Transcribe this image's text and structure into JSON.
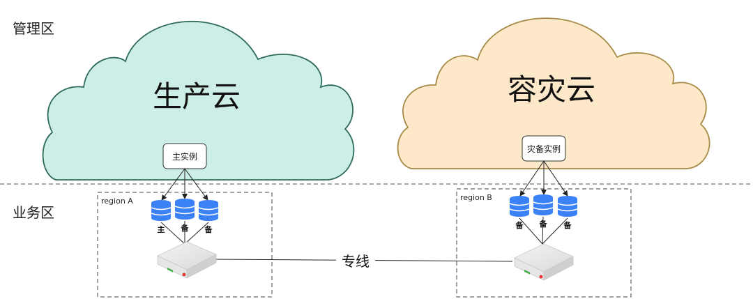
{
  "zones": {
    "management": "管理区",
    "business": "业务区"
  },
  "clouds": {
    "production": {
      "title": "生产云",
      "instance_label": "主实例",
      "fill": "#cdeee6",
      "stroke": "#2e6a5c"
    },
    "dr": {
      "title": "容灾云",
      "instance_label": "灾备实例",
      "fill": "#fde9c9",
      "stroke": "#a88a47"
    }
  },
  "regions": {
    "a": {
      "label": "region A",
      "databases": [
        "主",
        "备",
        "备"
      ]
    },
    "b": {
      "label": "region B",
      "databases": [
        "备",
        "备",
        "备"
      ]
    }
  },
  "link_label": "专线",
  "colors": {
    "db_fill": "#3b82f6",
    "db_stripe": "#ffffff",
    "dashed": "#444444"
  },
  "icons": {
    "database": "database-icon",
    "server": "server-icon"
  }
}
